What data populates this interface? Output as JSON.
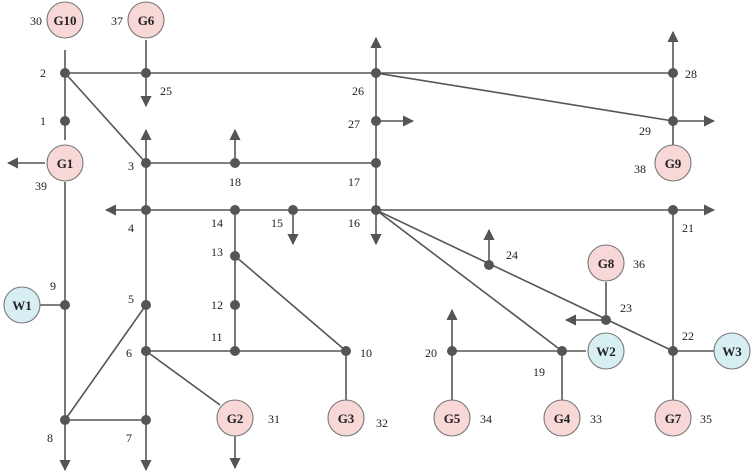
{
  "buses": [
    "1",
    "2",
    "3",
    "4",
    "5",
    "6",
    "7",
    "8",
    "9",
    "10",
    "11",
    "12",
    "13",
    "14",
    "15",
    "16",
    "17",
    "18",
    "19",
    "20",
    "21",
    "22",
    "23",
    "24",
    "25",
    "26",
    "27",
    "28",
    "29"
  ],
  "generators": [
    {
      "label": "G10",
      "number": "30"
    },
    {
      "label": "G6",
      "number": "37"
    },
    {
      "label": "G1",
      "number": "39"
    },
    {
      "label": "G9",
      "number": "38"
    },
    {
      "label": "G8",
      "number": "36"
    },
    {
      "label": "G2",
      "number": "31"
    },
    {
      "label": "G3",
      "number": "32"
    },
    {
      "label": "G5",
      "number": "34"
    },
    {
      "label": "G4",
      "number": "33"
    },
    {
      "label": "G7",
      "number": "35"
    }
  ],
  "wind_farms": [
    {
      "label": "W1"
    },
    {
      "label": "W2"
    },
    {
      "label": "W3"
    }
  ],
  "colors": {
    "generator_fill": "#f8d7d7",
    "wind_fill": "#d7eef3",
    "line": "#555555"
  }
}
